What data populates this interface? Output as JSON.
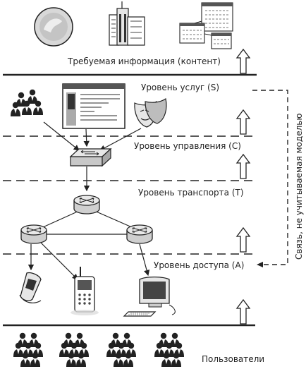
{
  "labels": {
    "content": "Требуемая информация (контент)",
    "services": "Уровень услуг (S)",
    "control": "Уровень управления (C)",
    "transport": "Уровень транспорта (T)",
    "access": "Уровень доступа (A)",
    "users": "Пользователи",
    "side_note": "Связь, не учитываемая моделью"
  },
  "icons": [
    "globe-icon",
    "building-icon",
    "database-windows-icon",
    "people-group-icon",
    "document-window-icon",
    "theater-masks-icon",
    "switch-icon",
    "router-icon",
    "mobile-phone-icon",
    "cell-phone-icon",
    "computer-monitor-icon",
    "upward-arrow-icon"
  ],
  "colors": {
    "line": "#222222",
    "fill_light": "#e6e6e6",
    "fill_mid": "#bdbdbd",
    "fill_dark": "#333333"
  }
}
